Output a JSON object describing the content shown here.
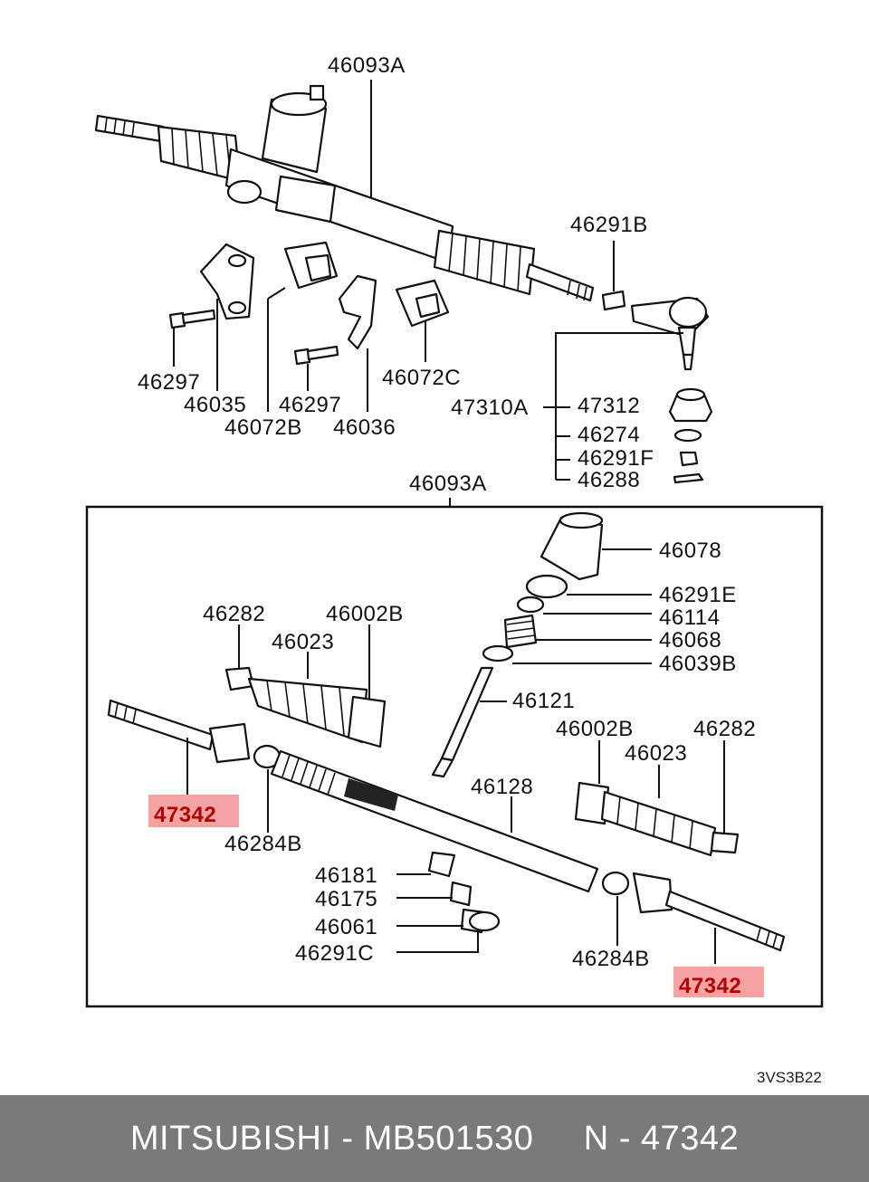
{
  "diagram": {
    "upper_assembly_label": "46093A",
    "upper_labels": [
      "46291B",
      "46297",
      "46035",
      "46072B",
      "46297",
      "46036",
      "46072C"
    ],
    "tie_rod_end_group": {
      "parent": "47310A",
      "children": [
        "47312",
        "46274",
        "46291F",
        "46288"
      ]
    },
    "box_title": "46093A",
    "box_labels": [
      "46078",
      "46291E",
      "46114",
      "46068",
      "46039B",
      "46121",
      "46282",
      "46002B",
      "46023",
      "46128",
      "46284B",
      "46181",
      "46175",
      "46061",
      "46291C",
      "46002B",
      "46023",
      "46282",
      "46284B"
    ],
    "highlighted_part": "47342",
    "highlight_color": "#f4a3a3",
    "drawing_code": "3VS3B22"
  },
  "footer": {
    "text": "MITSUBISHI - MB501530     N - 47342",
    "background": "#7a7a7a"
  }
}
